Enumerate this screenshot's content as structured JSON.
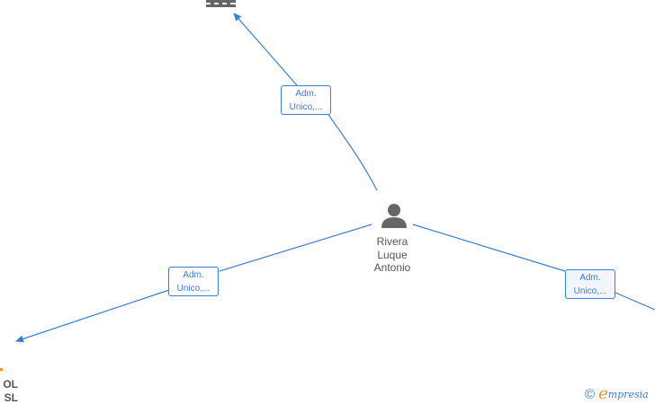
{
  "person": {
    "name_lines": [
      "Rivera",
      "Luque",
      "Antonio"
    ]
  },
  "roles": [
    {
      "line1": "Adm.",
      "line2": "Unico,..."
    },
    {
      "line1": "Adm.",
      "line2": "Unico,..."
    },
    {
      "line1": "Adm.",
      "line2": "Unico,..."
    }
  ],
  "company_left": {
    "name_lines": [
      "OL",
      "SL"
    ]
  },
  "brand": {
    "copyright": "©",
    "initial": "e",
    "rest": "mpresia"
  },
  "colors": {
    "edge": "#3a7fd5",
    "icon": "#666666",
    "accent": "#e8962e"
  }
}
